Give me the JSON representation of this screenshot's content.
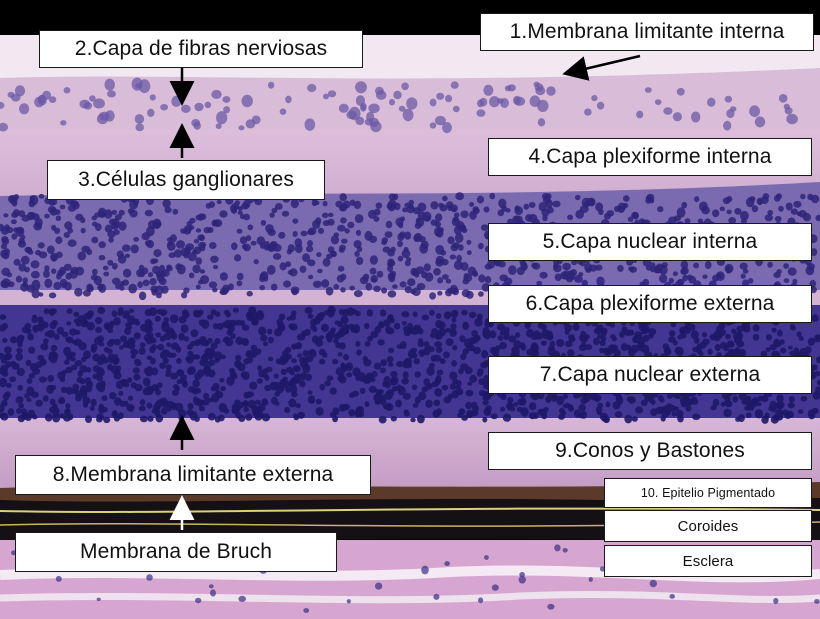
{
  "labels": {
    "l1": "1.Membrana limitante interna",
    "l2": "2.Capa de fibras nerviosas",
    "l3": "3.Células ganglionares",
    "l4": "4.Capa plexiforme interna",
    "l5": "5.Capa nuclear interna",
    "l6": "6.Capa plexiforme externa",
    "l7": "7.Capa nuclear externa",
    "l8": "8.Membrana limitante externa",
    "l9": "9.Conos y Bastones",
    "l10": "10. Epitelio Pigmentado",
    "bruch": "Membrana de Bruch",
    "coroides": "Coroides",
    "esclera": "Esclera"
  },
  "colors": {
    "background_band": "#000000",
    "tissue_pink": "#d6b3d2",
    "nuclei_purple": "#3b2f86",
    "pigment_black": "#111111",
    "label_box": "#ffffff"
  }
}
